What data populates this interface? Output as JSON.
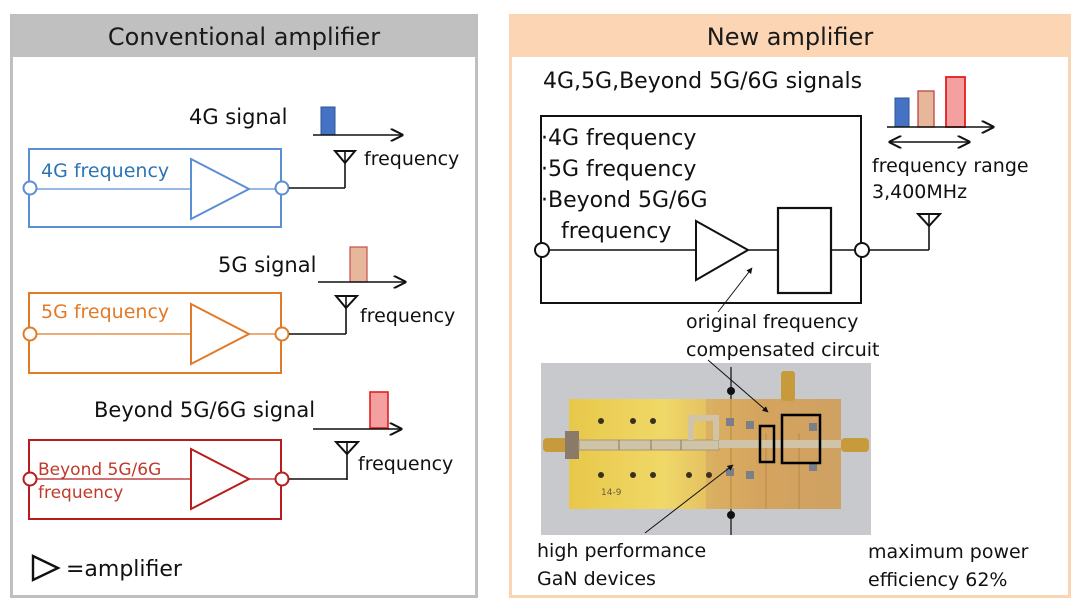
{
  "left_panel": {
    "title": "Conventional amplifier",
    "blocks": [
      {
        "signal_label": "4G signal",
        "frequency_label": "4G frequency",
        "axis_label": "frequency",
        "color": "#5b8fd3",
        "text_color": "#2e74b5",
        "signal_fill": "#4472c4"
      },
      {
        "signal_label": "5G signal",
        "frequency_label": "5G frequency",
        "axis_label": "frequency",
        "color": "#e07b28",
        "text_color": "#e07b28",
        "signal_fill": "#e6b79a"
      },
      {
        "signal_label": "Beyond 5G/6G signal",
        "frequency_label_line1": "Beyond 5G/6G",
        "frequency_label_line2": "frequency",
        "axis_label": "frequency",
        "color": "#b81c1c",
        "text_color": "#c0392b",
        "signal_fill": "#f4a0a0"
      }
    ],
    "legend": "=amplifier"
  },
  "right_panel": {
    "title": "New amplifier",
    "signals_label": "4G,5G,Beyond 5G/6G signals",
    "bullets": [
      "·4G frequency",
      "·5G frequency",
      "·Beyond 5G/6G",
      "frequency"
    ],
    "range_label": "frequency range",
    "range_value": "3,400MHz",
    "circuit_label_line1": "original frequency",
    "circuit_label_line2": "compensated circuit",
    "gan_label_line1": "high performance",
    "gan_label_line2": "GaN devices",
    "efficiency_label_line1": "maximum power",
    "efficiency_label_line2": "efficiency 62%",
    "board_marking": "14-9"
  },
  "colors": {
    "left_header": "#c0c0c0",
    "right_header": "#fcd5b5",
    "signal_4g": "#4472c4",
    "signal_5g": "#e6b79a",
    "signal_6g": "#f4a0a0"
  }
}
